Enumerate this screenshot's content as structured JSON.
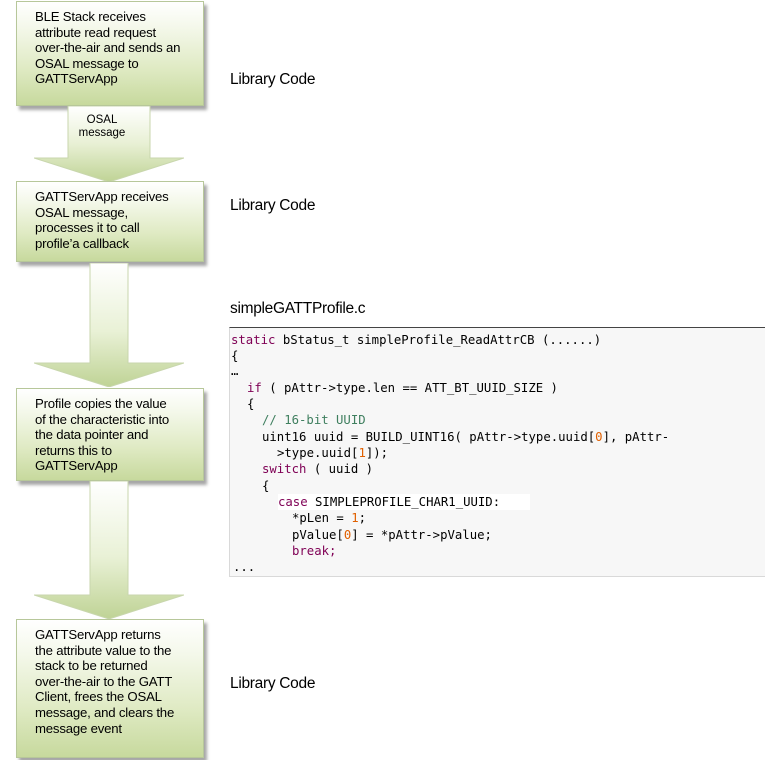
{
  "flow": {
    "step1": "BLE Stack receives\nattribute read request\nover-the-air and sends an\nOSAL message to\nGATTServApp",
    "arrow1_label": "OSAL\nmessage",
    "step2": "GATTServApp receives\nOSAL message,\nprocesses it to call\nprofile’a callback",
    "step3": "Profile copies the value\nof the characteristic into\nthe data pointer and\nreturns this to\nGATTServApp",
    "step4": "GATTServApp returns\nthe attribute value to the\nstack to be returned\nover-the-air to the GATT\nClient, frees the OSAL\nmessage, and clears the\nmessage event"
  },
  "labels": {
    "library1": "Library Code",
    "library2": "Library Code",
    "profile_file": "simpleGATTProfile.c",
    "library3": "Library Code"
  },
  "code": {
    "l1_kw": "static",
    "l1_rest": " bStatus_t simpleProfile_ReadAttrCB (......)",
    "l2": "{",
    "l3": "…",
    "l4_kw": "if",
    "l4_rest": " ( pAttr->type.len == ATT_BT_UUID_SIZE )",
    "l5": "{",
    "l6": "// 16-bit UUID",
    "l7_a": "uint16 uuid = BUILD_UINT16( pAttr->type.uuid[",
    "l7_n": "0",
    "l7_b": "], pAttr-",
    "l8_a": ">type.uuid[",
    "l8_n": "1",
    "l8_b": "]);",
    "l9_kw": "switch",
    "l9_rest": " ( uuid )",
    "l10": "{",
    "l11_kw": "case",
    "l11_rest": " SIMPLEPROFILE_CHAR1_UUID:",
    "l12_a": "*pLen = ",
    "l12_n": "1",
    "l12_b": ";",
    "l13_a": "pValue[",
    "l13_n": "0",
    "l13_b": "] = *pAttr->pValue;",
    "l14": "break;",
    "l15": "..."
  }
}
